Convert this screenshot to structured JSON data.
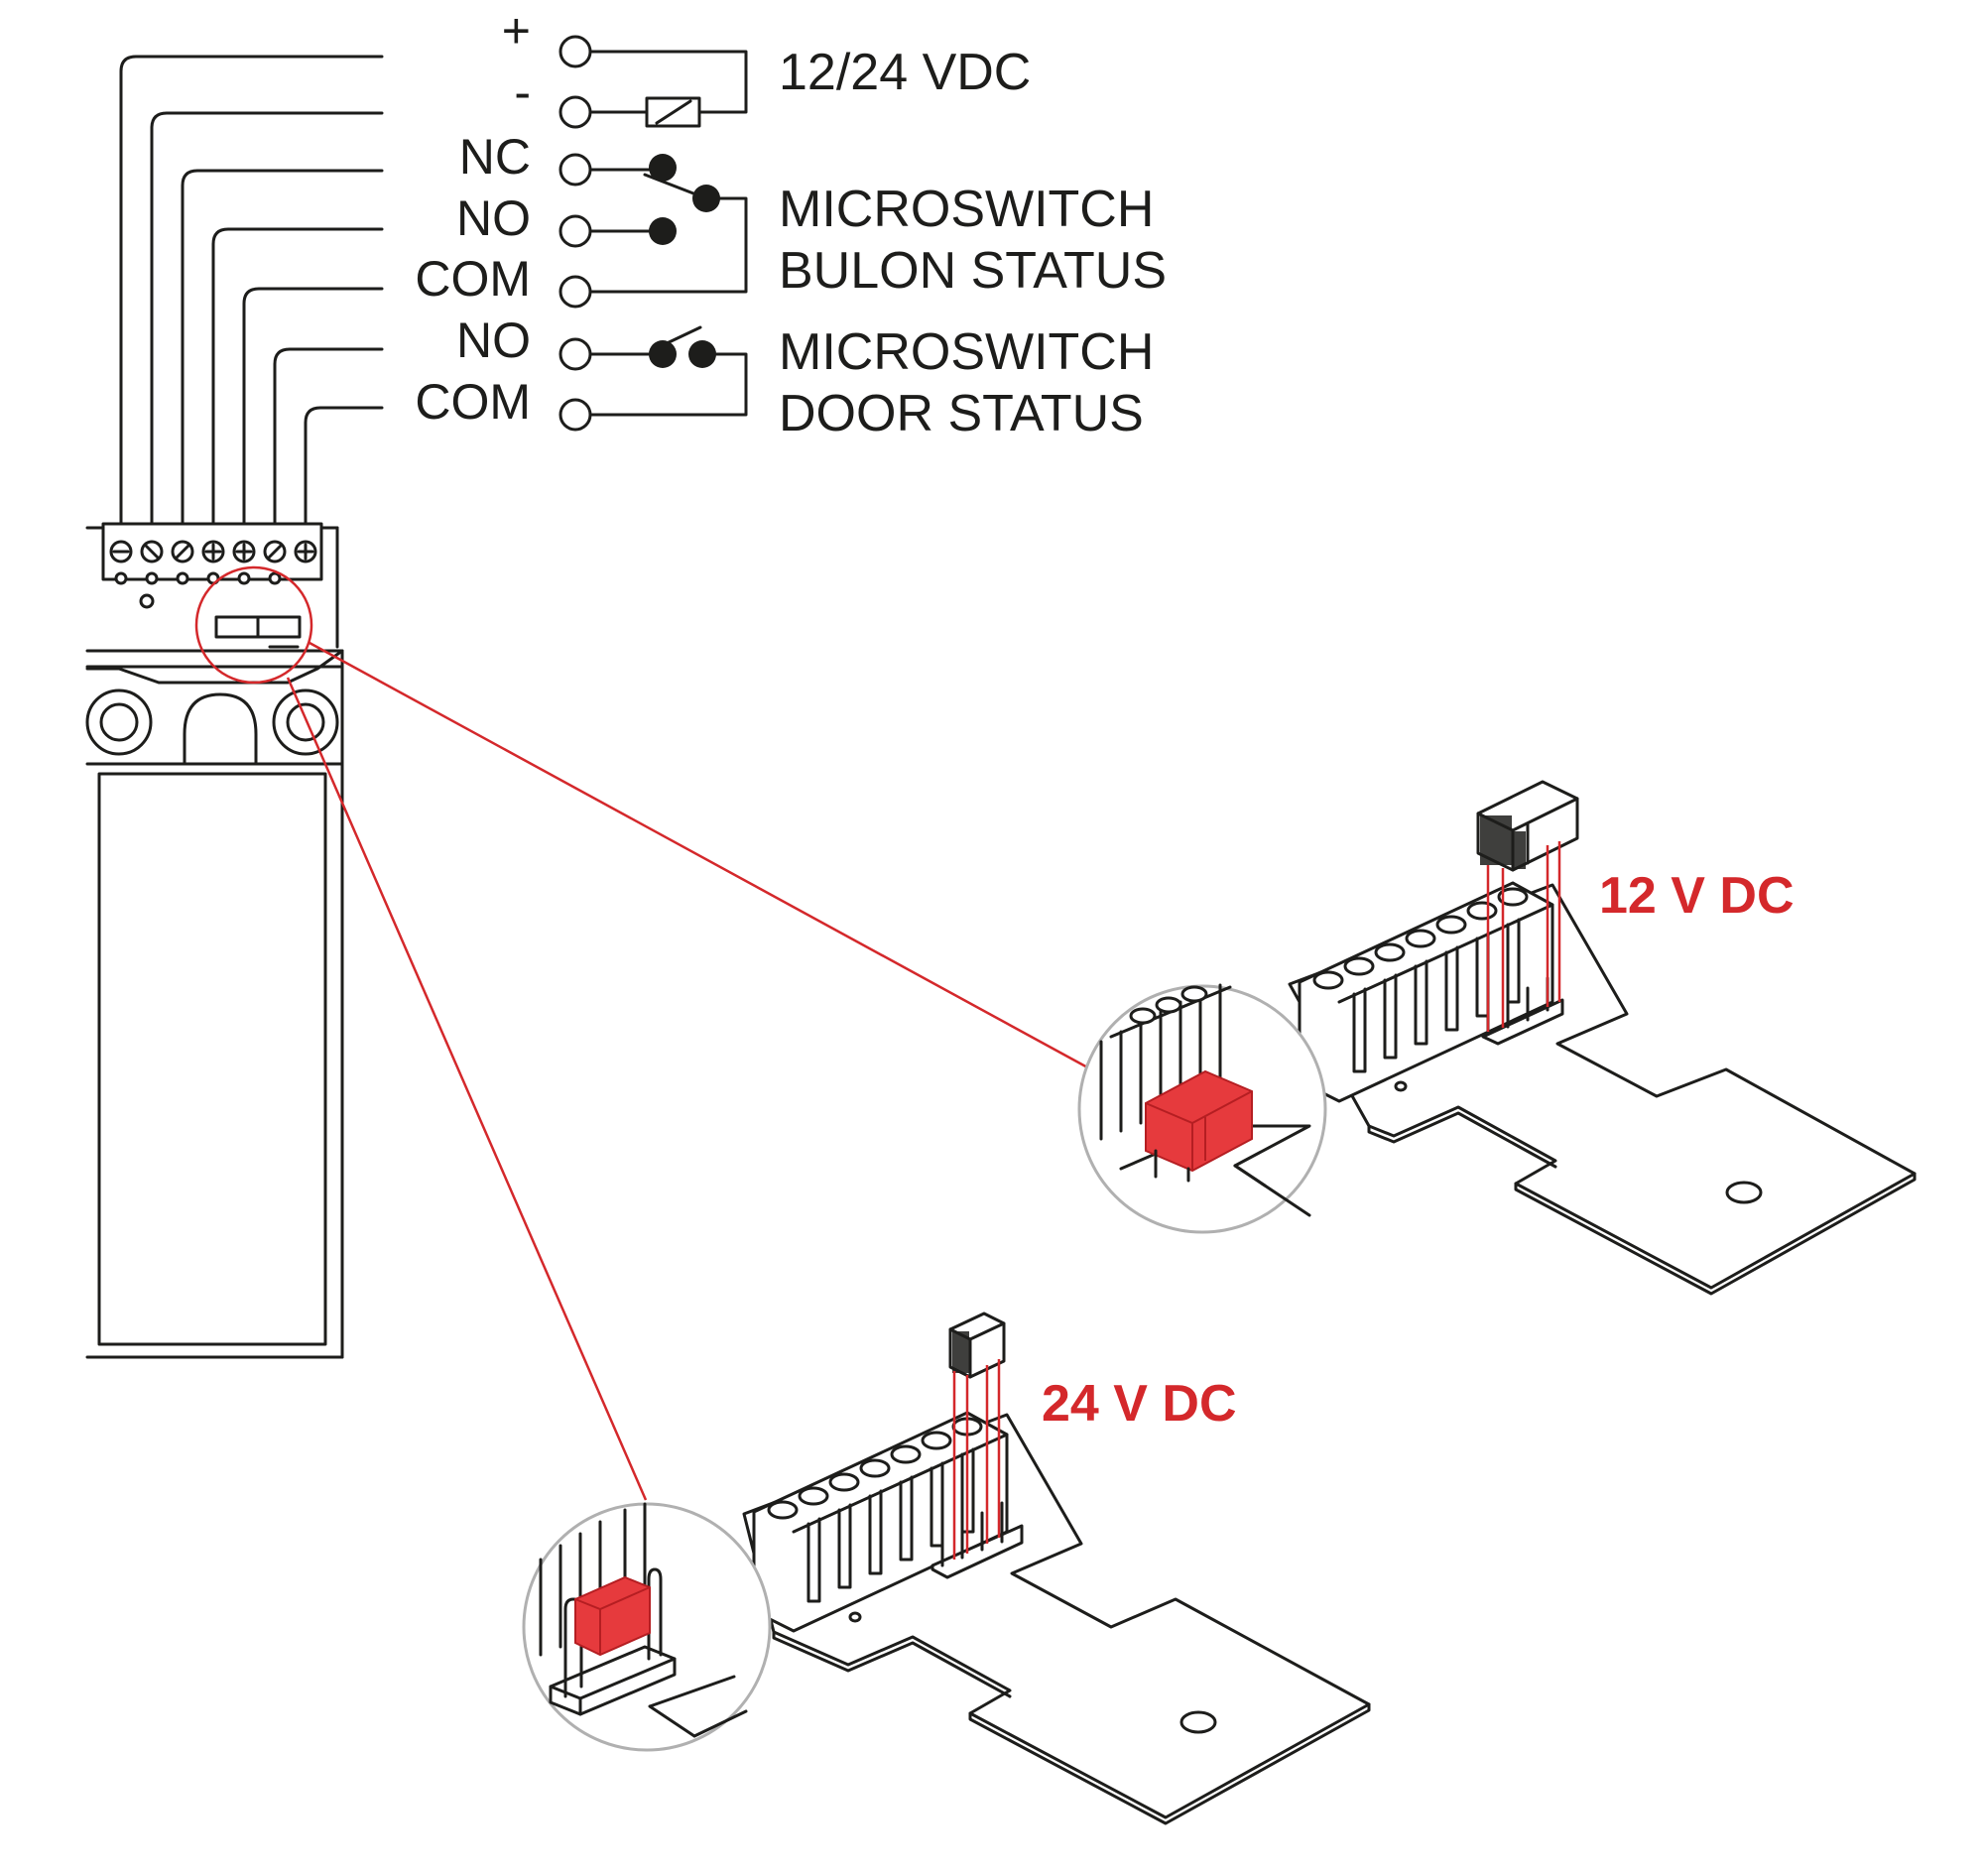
{
  "terminals": [
    {
      "label": "+"
    },
    {
      "label": "-"
    },
    {
      "label": "NC"
    },
    {
      "label": "NO"
    },
    {
      "label": "COM"
    },
    {
      "label": "NO"
    },
    {
      "label": "COM"
    }
  ],
  "power": {
    "label": "12/24 VDC"
  },
  "bolt_switch": {
    "line1": "MICROSWITCH",
    "line2": "BULON STATUS"
  },
  "door_switch": {
    "line1": "MICROSWITCH",
    "line2": "DOOR STATUS"
  },
  "config_12v": {
    "label": "12 V DC"
  },
  "config_24v": {
    "label": "24 V DC"
  },
  "colors": {
    "accent": "#d4282b",
    "ink": "#1d1d1b",
    "callout_circle": "#b0b0b0"
  }
}
